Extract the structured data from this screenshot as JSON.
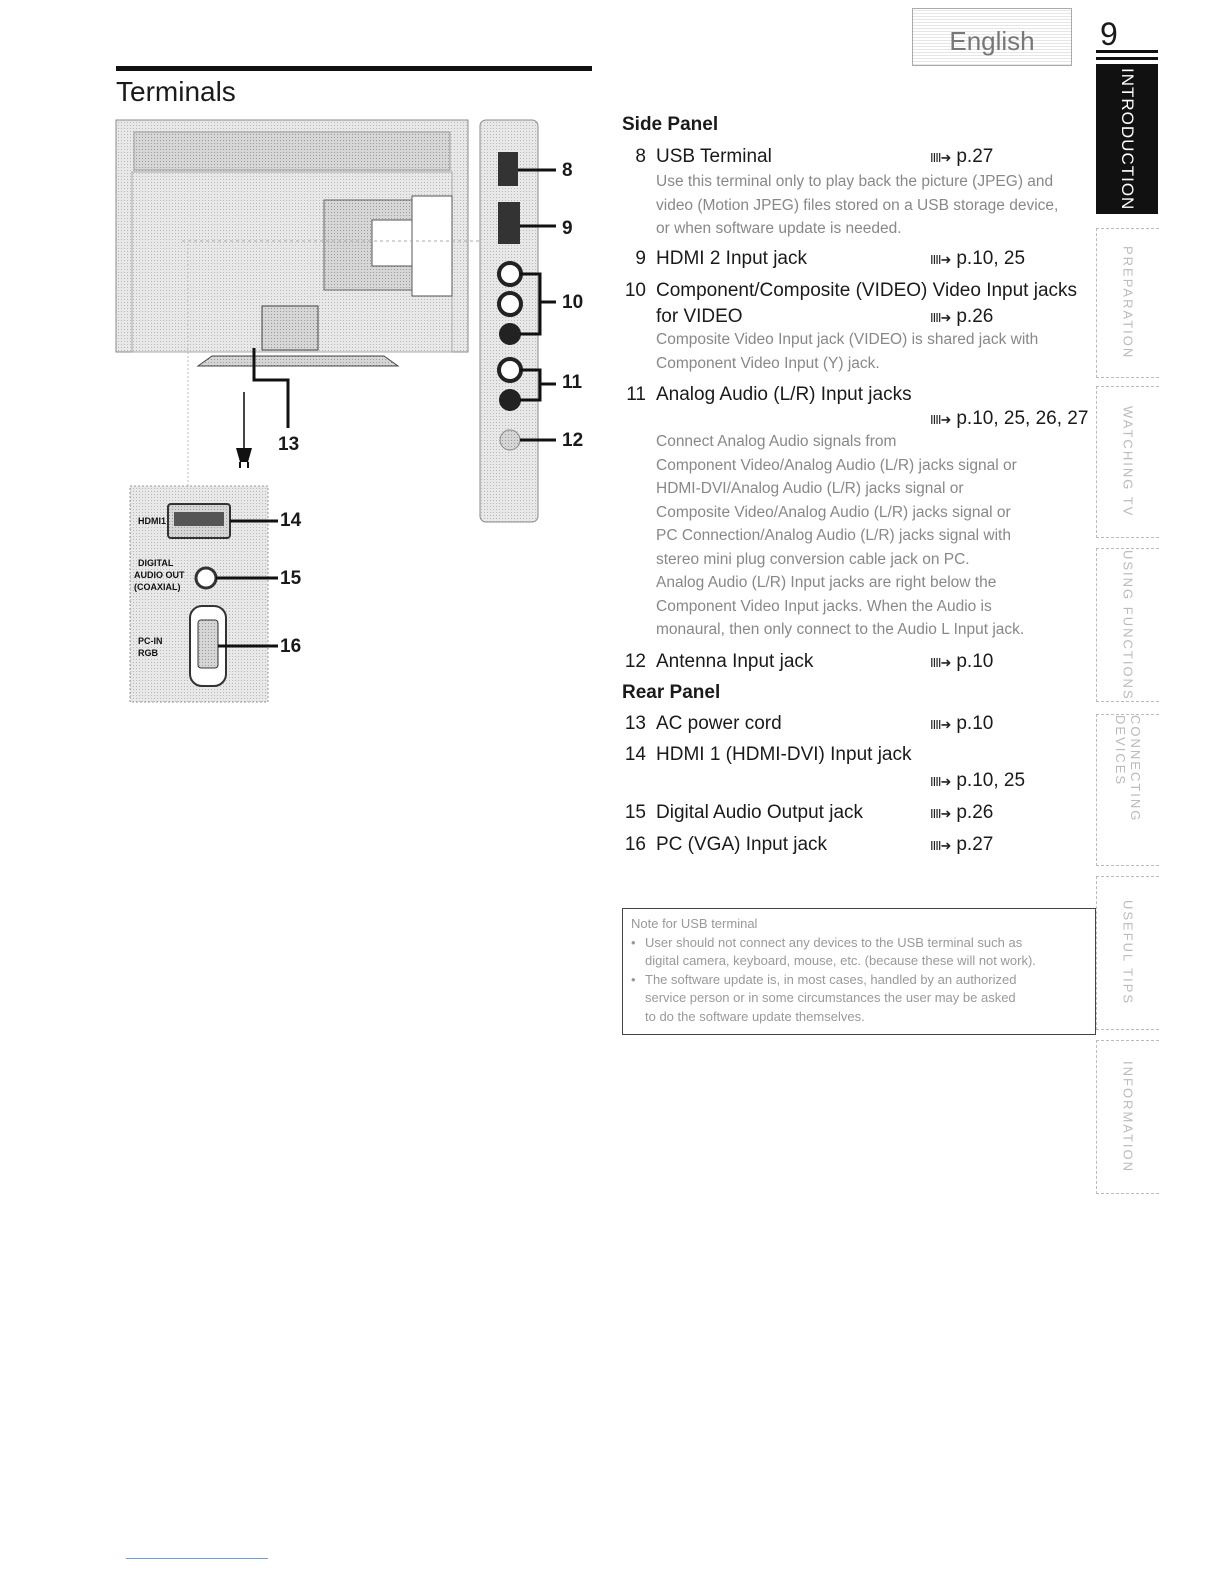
{
  "header": {
    "section_title": "Terminals",
    "language_tab": "English",
    "page_number": "9"
  },
  "side_tabs": [
    {
      "label": "INTRODUCTION",
      "active": true
    },
    {
      "label": "PREPARATION",
      "active": false
    },
    {
      "label": "WATCHING TV",
      "active": false
    },
    {
      "label": "USING FUNCTIONS",
      "active": false
    },
    {
      "label": "CONNECTING DEVICES",
      "active": false
    },
    {
      "label": "USEFUL TIPS",
      "active": false
    },
    {
      "label": "INFORMATION",
      "active": false
    }
  ],
  "side_panel": {
    "heading": "Side Panel",
    "items": [
      {
        "num": "8",
        "label": "USB Terminal",
        "ref": "p.27",
        "desc": [
          "Use this terminal only to play back the picture (JPEG) and",
          "video (Motion JPEG) files stored on a USB storage device,",
          "or when software update is needed."
        ]
      },
      {
        "num": "9",
        "label": "HDMI 2 Input jack",
        "ref": "p.10, 25"
      },
      {
        "num": "10",
        "label": "Component/Composite (VIDEO) Video Input jacks",
        "label2": "for VIDEO",
        "ref": "p.26",
        "desc": [
          "Composite Video Input jack (VIDEO) is shared jack with",
          "Component Video Input (Y) jack."
        ]
      },
      {
        "num": "11",
        "label": "Analog Audio (L/R) Input jacks",
        "ref": "p.10, 25, 26, 27",
        "desc": [
          "Connect Analog Audio signals from",
          "Component Video/Analog Audio (L/R) jacks signal or",
          "HDMI-DVI/Analog Audio (L/R) jacks signal or",
          "Composite Video/Analog Audio (L/R) jacks signal or",
          "PC Connection/Analog Audio (L/R) jacks signal with",
          "stereo mini plug conversion cable jack on PC.",
          "Analog Audio (L/R) Input jacks are right below the",
          "Component Video Input jacks. When the Audio is",
          "monaural, then only connect to the Audio L Input jack."
        ]
      },
      {
        "num": "12",
        "label": "Antenna Input jack",
        "ref": "p.10"
      }
    ]
  },
  "rear_panel": {
    "heading": "Rear Panel",
    "items": [
      {
        "num": "13",
        "label": "AC power cord",
        "ref": "p.10"
      },
      {
        "num": "14",
        "label": "HDMI 1 (HDMI-DVI) Input jack",
        "ref": "p.10, 25"
      },
      {
        "num": "15",
        "label": "Digital Audio Output jack",
        "ref": "p.26"
      },
      {
        "num": "16",
        "label": "PC (VGA) Input jack",
        "ref": "p.27"
      }
    ]
  },
  "ref_arrow": "IIII➜",
  "note": {
    "title": "Note for USB terminal",
    "bullets": [
      [
        "User should not connect any devices to the USB terminal such as",
        "digital camera, keyboard, mouse, etc. (because these will not work)."
      ],
      [
        "The software update is, in most cases, handled by an authorized",
        "service person or in some circumstances the user may be asked",
        "to do the software update themselves."
      ]
    ]
  },
  "diagram": {
    "callouts": [
      "8",
      "9",
      "10",
      "11",
      "12",
      "13",
      "14",
      "15",
      "16"
    ],
    "rear_labels": {
      "hdmi": "HDMI1",
      "digital1": "DIGITAL",
      "digital2": "AUDIO OUT",
      "digital3": "(COAXIAL)",
      "pc1": "PC-IN",
      "pc2": "RGB"
    }
  }
}
